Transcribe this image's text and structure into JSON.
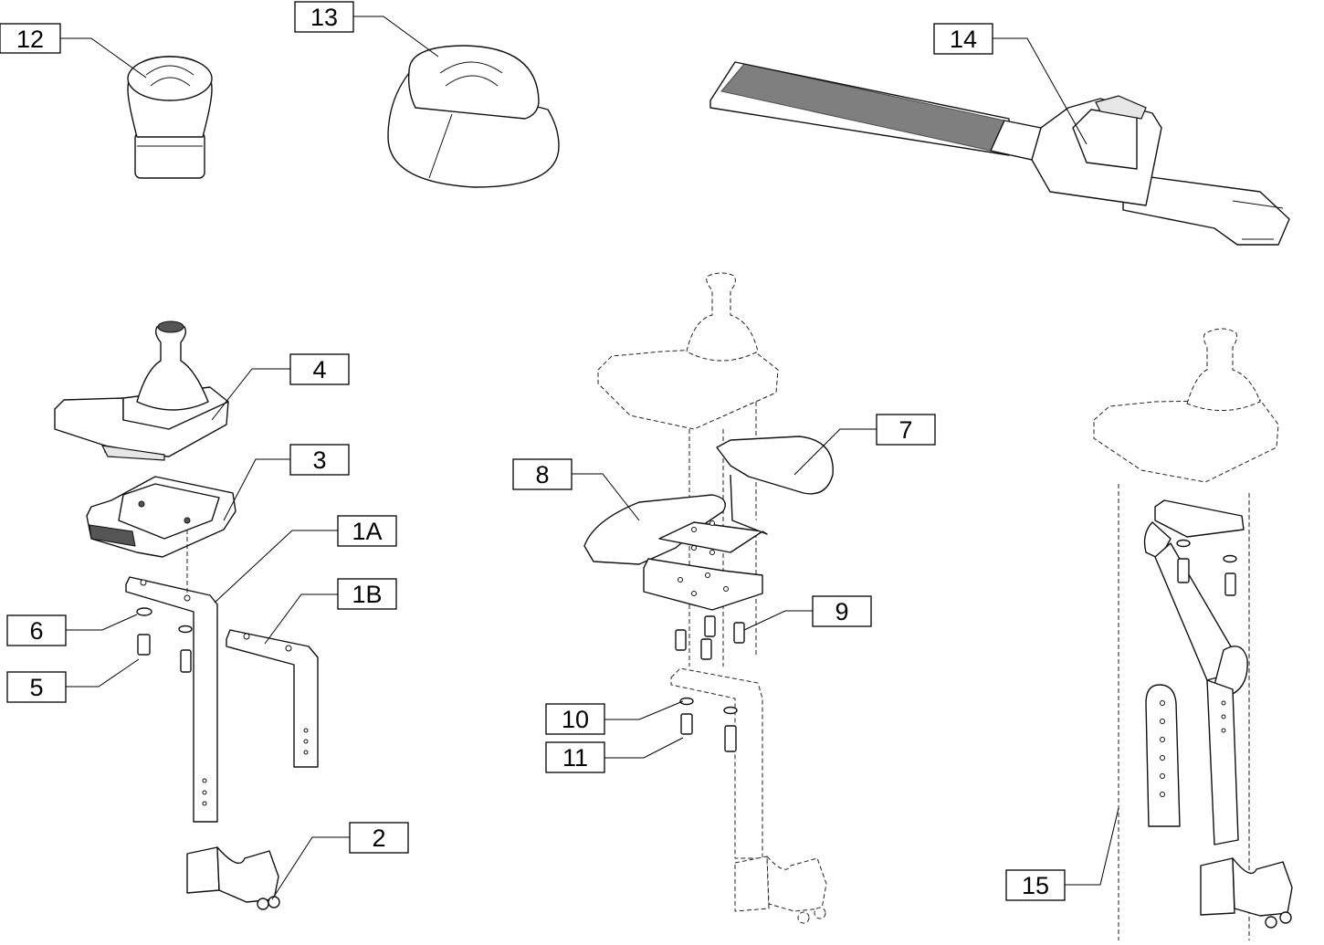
{
  "callouts": {
    "c12": "12",
    "c13": "13",
    "c14": "14",
    "c4": "4",
    "c3": "3",
    "c1a": "1A",
    "c1b": "1B",
    "c6": "6",
    "c5": "5",
    "c2": "2",
    "c7": "7",
    "c8": "8",
    "c9": "9",
    "c10": "10",
    "c11": "11",
    "c15": "15"
  }
}
